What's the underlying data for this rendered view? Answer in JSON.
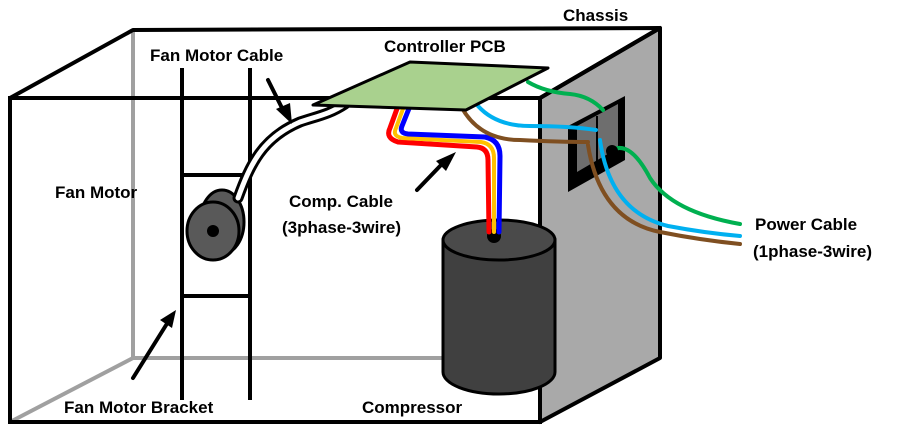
{
  "labels": {
    "chassis": "Chassis",
    "fan_motor_cable": "Fan Motor Cable",
    "controller_pcb": "Controller PCB",
    "fan_motor": "Fan Motor",
    "comp_cable_line1": "Comp. Cable",
    "comp_cable_line2": "(3phase-3wire)",
    "power_cable_line1": "Power Cable",
    "power_cable_line2": "(1phase-3wire)",
    "fan_motor_bracket": "Fan Motor Bracket",
    "compressor": "Compressor"
  },
  "colors": {
    "outline": "#000000",
    "hidden_edge": "#a0a0a0",
    "side_panel": "#a9a9a9",
    "pcb": "#a9d18e",
    "compressor": "#404040",
    "fan_motor": "#595959",
    "wire_red": "#ff0000",
    "wire_yellow": "#ffc000",
    "wire_blue": "#0000ff",
    "wire_brown": "#7f4f21",
    "wire_lightblue": "#00b0f0",
    "wire_green": "#00b050"
  }
}
